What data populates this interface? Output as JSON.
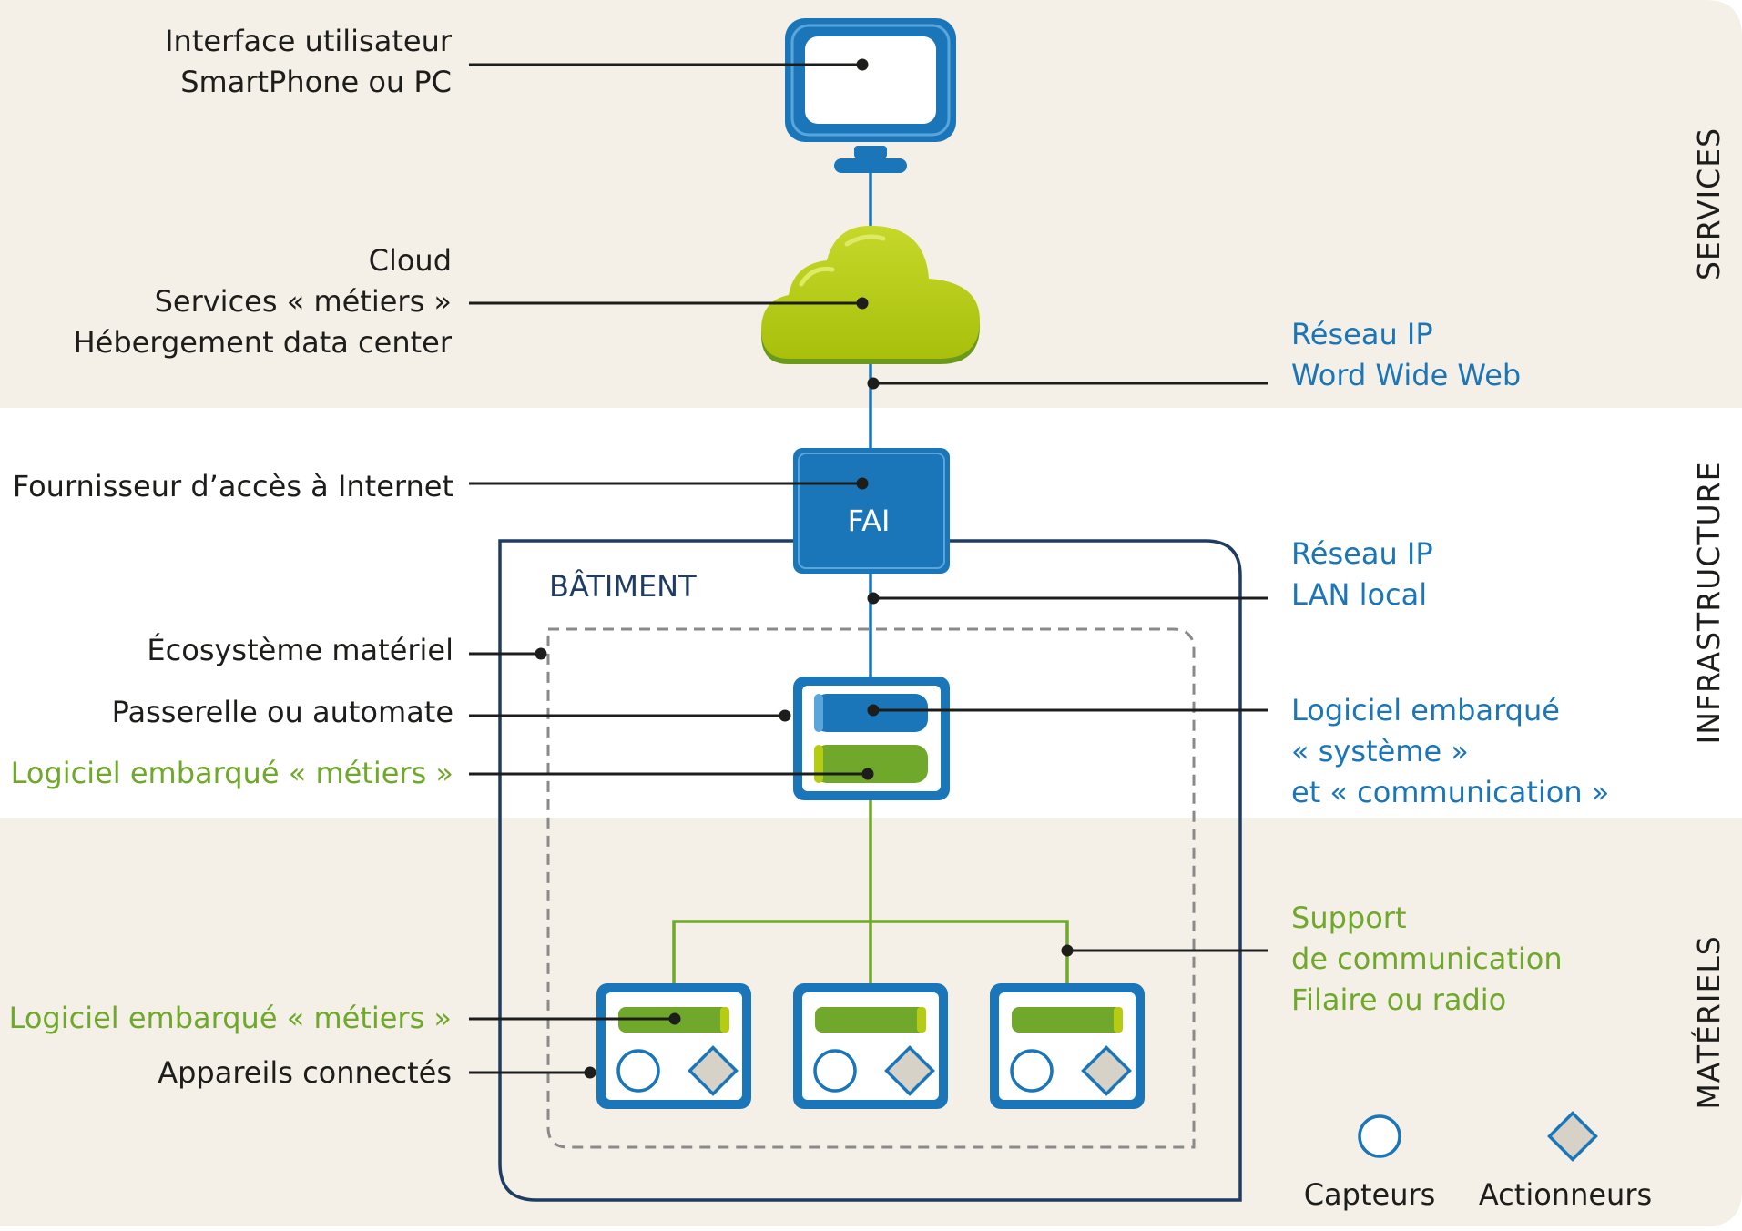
{
  "labels": {
    "ui_line1": "Interface utilisateur",
    "ui_line2": "SmartPhone ou PC",
    "cloud_line1": "Cloud",
    "cloud_line2": "Services « métiers »",
    "cloud_line3": "Hébergement data center",
    "isp": "Fournisseur d’accès à Internet",
    "ecosystem": "Écosystème matériel",
    "gateway": "Passerelle ou automate",
    "gateway_software": "Logiciel embarqué « métiers »",
    "device_software": "Logiciel embarqué « métiers »",
    "devices": "Appareils connectés"
  },
  "right_labels": {
    "wan_line1": "Réseau IP",
    "wan_line2": "Word Wide Web",
    "lan_line1": "Réseau IP",
    "lan_line2": "LAN local",
    "sys_line1": "Logiciel embarqué",
    "sys_line2": "« système »",
    "sys_line3": "et « communication »",
    "support_line1": "Support",
    "support_line2": "de communication",
    "support_line3": "Filaire ou radio"
  },
  "nodes": {
    "fai": "FAI",
    "building": "BÂTIMENT"
  },
  "bands": {
    "services": "SERVICES",
    "infrastructure": "INFRASTRUCTURE",
    "hardware": "MATÉRIELS"
  },
  "legend": {
    "sensors": "Capteurs",
    "actuators": "Actionneurs"
  },
  "icons": {
    "screen": "monitor-icon",
    "cloud": "cloud-icon",
    "sensor": "circle-icon",
    "actuator": "diamond-icon"
  },
  "colors": {
    "band_beige": "#f4f0e8",
    "blue": "#1a76b8",
    "green": "#6fa82a",
    "lime": "#b5cc12",
    "navy": "#1f3c63"
  }
}
